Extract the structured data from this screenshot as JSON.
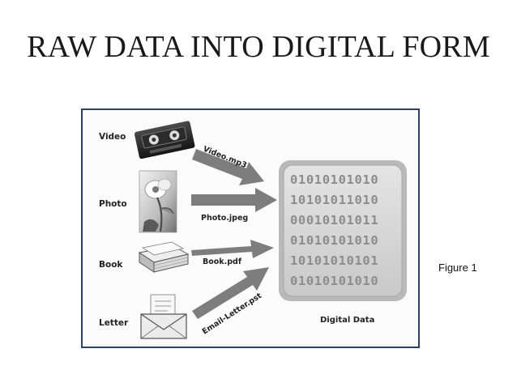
{
  "title": "RAW DATA INTO DIGITAL FORM",
  "caption": "Figure 1",
  "diagram": {
    "rows": [
      {
        "label": "Video",
        "file": "Video.mp3",
        "icon": "video-cassette-icon"
      },
      {
        "label": "Photo",
        "file": "Photo.jpeg",
        "icon": "flower-photo-icon"
      },
      {
        "label": "Book",
        "file": "Book.pdf",
        "icon": "book-stack-icon"
      },
      {
        "label": "Letter",
        "file": "Email-Letter.pst",
        "icon": "envelope-letter-icon"
      }
    ],
    "binary_lines": [
      "01010101010",
      "10101011010",
      "00010101011",
      "01010101010",
      "10101010101",
      "01010101010"
    ],
    "target_label": "Digital Data",
    "colors": {
      "frame": "#2f3f66",
      "arrow": "#7d7d7d",
      "panel": "#cfcfcf",
      "binary": "#8c8c8c"
    }
  }
}
